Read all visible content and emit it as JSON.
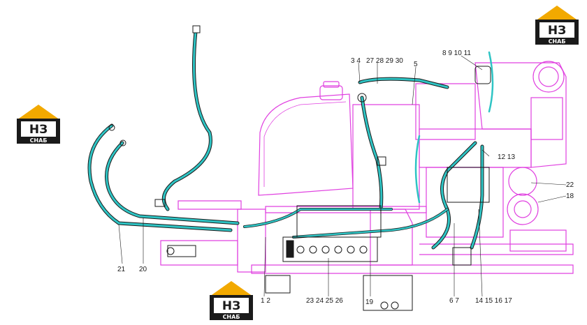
{
  "logo": {
    "mark": "НЗ",
    "caption": "СНАБ",
    "colors": {
      "roof": "#f2a900",
      "body": "#1a1a1a",
      "text": "#ffffff"
    }
  },
  "colors": {
    "machine": "#e040e0",
    "hoses": "#2ec4c4",
    "hose_dark": "#1a1a1a",
    "callout": "#1a1a1a"
  },
  "callouts": [
    {
      "id": "c-3-4",
      "text": "3  4"
    },
    {
      "id": "c-27-30",
      "text": "27  28  29  30"
    },
    {
      "id": "c-5",
      "text": "5"
    },
    {
      "id": "c-8-11",
      "text": "8  9  10  11"
    },
    {
      "id": "c-12-13",
      "text": "12  13"
    },
    {
      "id": "c-22",
      "text": "22"
    },
    {
      "id": "c-18",
      "text": "18"
    },
    {
      "id": "c-21",
      "text": "21"
    },
    {
      "id": "c-20",
      "text": "20"
    },
    {
      "id": "c-1-2",
      "text": "1  2"
    },
    {
      "id": "c-23-26",
      "text": "23  24  25  26"
    },
    {
      "id": "c-19",
      "text": "19"
    },
    {
      "id": "c-6-7",
      "text": "6  7"
    },
    {
      "id": "c-14-17",
      "text": "14  15  16  17"
    }
  ]
}
